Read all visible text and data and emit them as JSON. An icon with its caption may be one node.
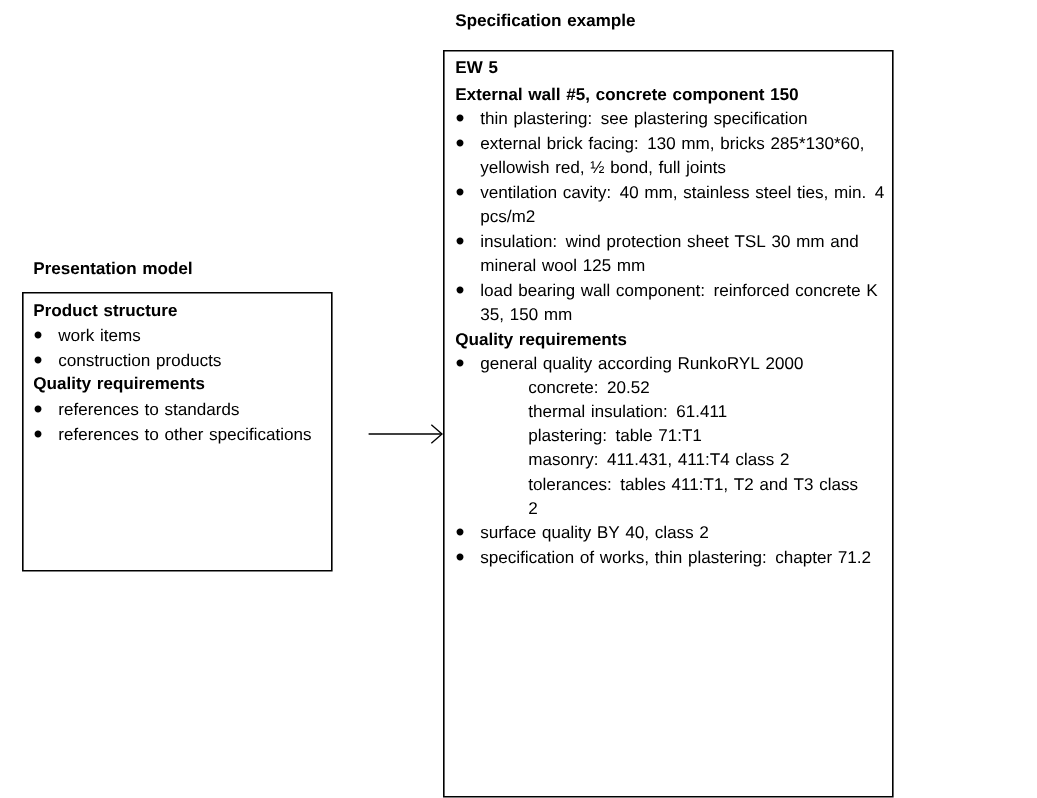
{
  "diagram": {
    "nodes": [
      {
        "text": [
          "Presentation model",
          "Product structure",
          "work items",
          "construction products",
          "Quality requirements",
          "references to standards",
          "references to other specifications"
        ]
      },
      {
        "text": [
          "Specification example",
          "EW 5",
          "External wall #5, concrete component 150",
          "thin plastering: see plastering specification",
          "external brick facing: 130 mm, bricks 285*130*60, yellowish red, ½ bond, full joints",
          "ventilation cavity: 40 mm, stainless steel ties, min. 4 pcs/m2",
          "insulation: wind protection sheet TSL 30 mm and mineral wool 125 mm",
          "load bearing wall component: reinforced concrete K 35, 150 mm",
          "Quality requirements",
          "general quality according RunkoRYL 2000",
          "concrete: 20.52",
          "thermal insulation: 61.411",
          "plastering: table 71:T1",
          "masonry: 411.431, 411:T4 class 2",
          "tolerances: tables 411:T1, T2 and T3 class 2",
          "surface quality BY 40, class 2",
          "specification of works, thin plastering: chapter 71.2"
        ]
      }
    ],
    "edges": [
      {
        "from": 0,
        "to": 1,
        "arrow": "to"
      }
    ]
  }
}
